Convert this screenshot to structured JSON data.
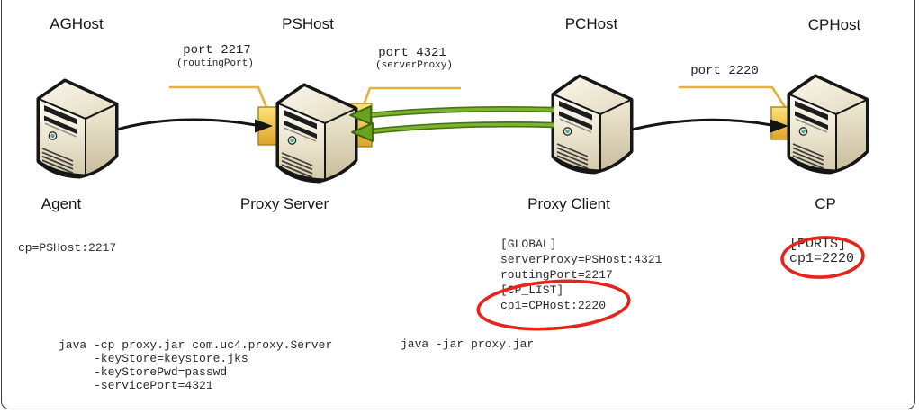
{
  "diagram": {
    "hosts": [
      {
        "hostname": "AGHost",
        "role": "Agent",
        "config": "cp=PSHost:2217"
      },
      {
        "hostname": "PSHost",
        "role": "Proxy Server",
        "command": "java -cp proxy.jar com.uc4.proxy.Server\n     -keyStore=keystore.jks\n     -keyStorePwd=passwd\n     -servicePort=4321"
      },
      {
        "hostname": "PCHost",
        "role": "Proxy Client",
        "config": "[GLOBAL]\nserverProxy=PSHost:4321\nroutingPort=2217\n[CP_LIST]\ncp1=CPHost:2220",
        "command": "java -jar proxy.jar"
      },
      {
        "hostname": "CPHost",
        "role": "CP",
        "config": "[PORTS]\ncp1=2220"
      }
    ],
    "port_callouts": [
      {
        "label": "port 2217",
        "sublabel": "(routingPort)"
      },
      {
        "label": "port 4321",
        "sublabel": "(serverProxy)"
      },
      {
        "label": "port 2220",
        "sublabel": ""
      }
    ],
    "connections": [
      {
        "from": "Agent",
        "to": "Proxy Server",
        "style": "black-arrow"
      },
      {
        "from": "Proxy Client",
        "to": "Proxy Server",
        "style": "green-double-arrow"
      },
      {
        "from": "Proxy Client",
        "to": "CP",
        "style": "black-arrow"
      }
    ],
    "red_circle_highlights": [
      "[CP_LIST] cp1=CPHost:2220",
      "[PORTS] cp1=2220"
    ],
    "colors": {
      "arrow_black": "#141414",
      "arrow_green": "#7DB32E",
      "arrow_green_dark": "#4A7416",
      "port_box_gold": "#E9B33A",
      "callout_line": "#E3B13C",
      "highlight_red": "#E3251B"
    }
  }
}
